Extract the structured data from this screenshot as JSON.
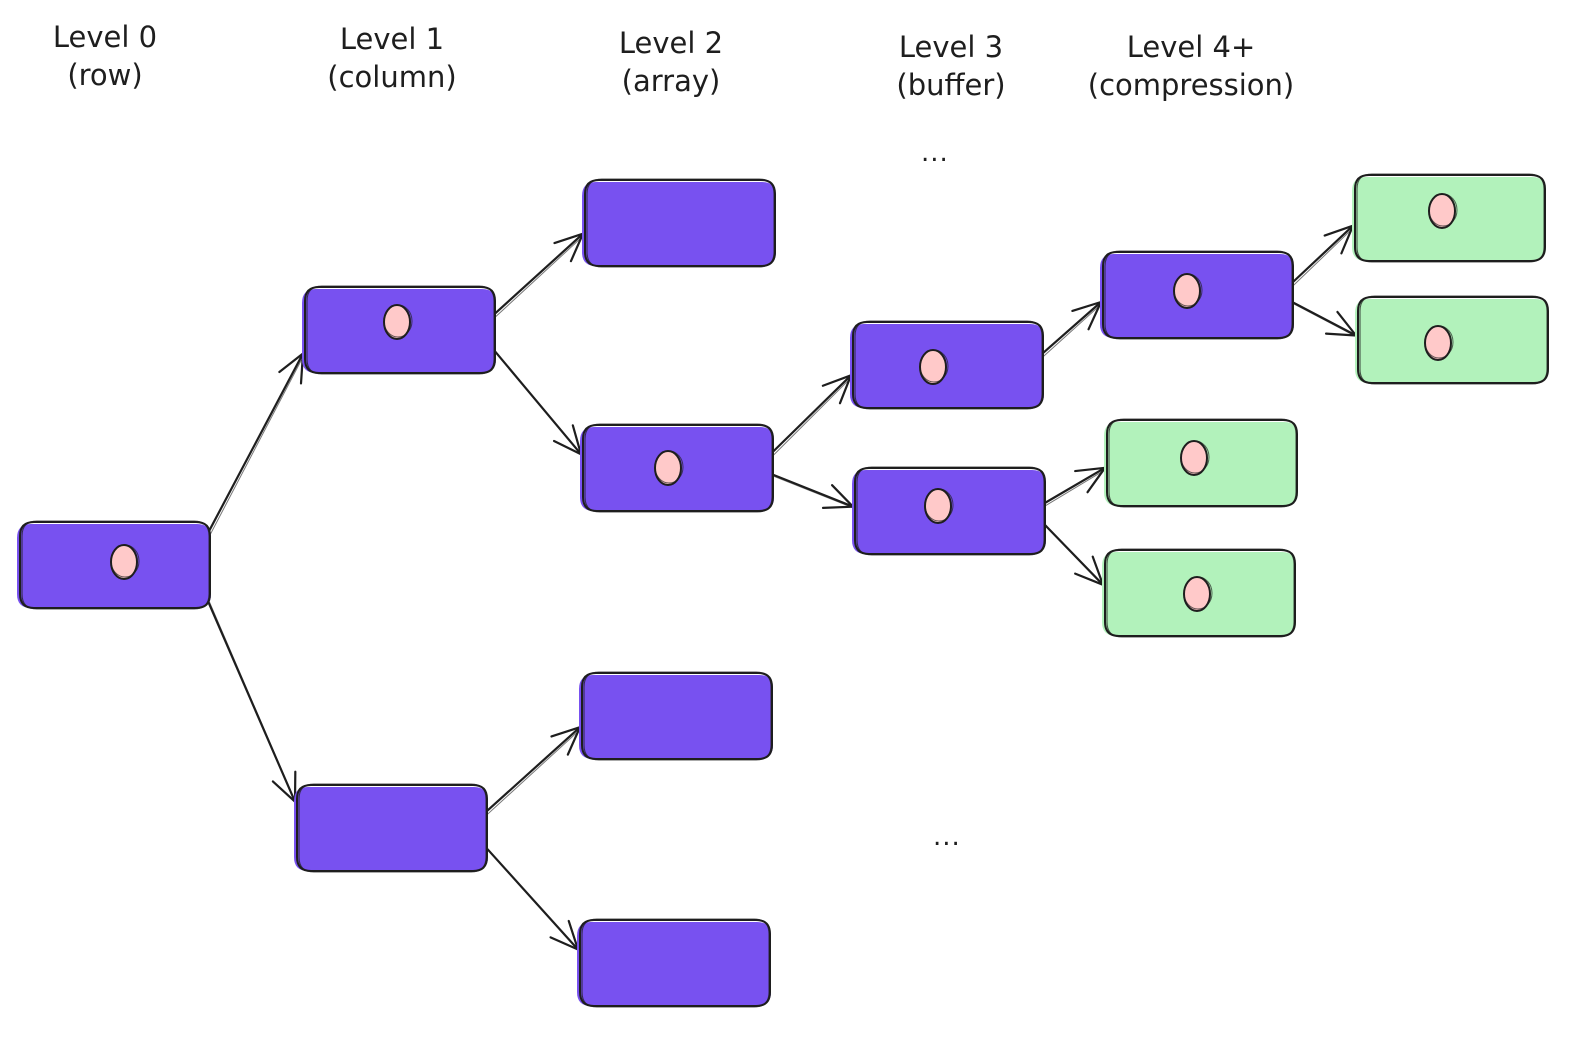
{
  "levels": [
    {
      "title": "Level 0",
      "subtitle": "(row)"
    },
    {
      "title": "Level 1",
      "subtitle": "(column)"
    },
    {
      "title": "Level 2",
      "subtitle": "(array)"
    },
    {
      "title": "Level 3",
      "subtitle": "(buffer)"
    },
    {
      "title": "Level 4+",
      "subtitle": "(compression)"
    }
  ],
  "ellipsis_top": "...",
  "ellipsis_bottom": "...",
  "colors": {
    "node_purple": "#7851f0",
    "node_green": "#b2f2bb",
    "marker_pink": "#ffc9c9",
    "stroke": "#1e1e1e"
  },
  "nodes": [
    {
      "id": "n0",
      "fill": "purple",
      "marker": true
    },
    {
      "id": "n1a",
      "fill": "purple",
      "marker": true
    },
    {
      "id": "n1b",
      "fill": "purple",
      "marker": false
    },
    {
      "id": "n2a",
      "fill": "purple",
      "marker": false
    },
    {
      "id": "n2b",
      "fill": "purple",
      "marker": true
    },
    {
      "id": "n2c",
      "fill": "purple",
      "marker": false
    },
    {
      "id": "n2d",
      "fill": "purple",
      "marker": false
    },
    {
      "id": "n3a",
      "fill": "purple",
      "marker": true
    },
    {
      "id": "n3b",
      "fill": "purple",
      "marker": true
    },
    {
      "id": "n4a",
      "fill": "purple",
      "marker": true
    },
    {
      "id": "n4b",
      "fill": "green",
      "marker": true
    },
    {
      "id": "n4c",
      "fill": "green",
      "marker": true
    },
    {
      "id": "n5a",
      "fill": "green",
      "marker": true
    },
    {
      "id": "n5b",
      "fill": "green",
      "marker": true
    }
  ],
  "edges": [
    {
      "from": "n0",
      "to": "n1a"
    },
    {
      "from": "n0",
      "to": "n1b"
    },
    {
      "from": "n1a",
      "to": "n2a"
    },
    {
      "from": "n1a",
      "to": "n2b"
    },
    {
      "from": "n1b",
      "to": "n2c"
    },
    {
      "from": "n1b",
      "to": "n2d"
    },
    {
      "from": "n2b",
      "to": "n3a"
    },
    {
      "from": "n2b",
      "to": "n3b"
    },
    {
      "from": "n3a",
      "to": "n4a"
    },
    {
      "from": "n3b",
      "to": "n4b"
    },
    {
      "from": "n3b",
      "to": "n4c"
    },
    {
      "from": "n4a",
      "to": "n5a"
    },
    {
      "from": "n4a",
      "to": "n5b"
    }
  ]
}
